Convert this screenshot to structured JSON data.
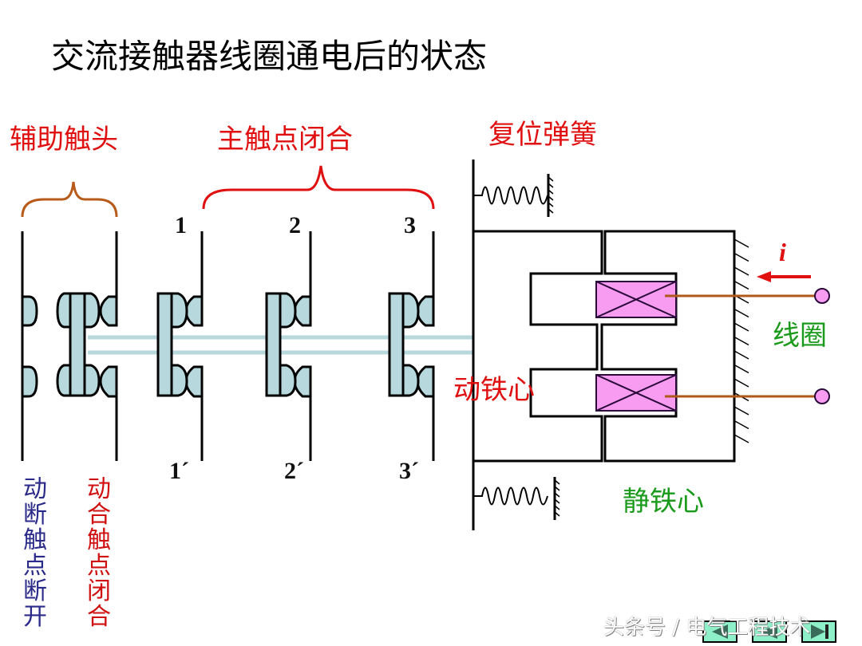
{
  "title": "交流接触器线圈通电后的状态",
  "labels": {
    "auxiliary_contacts": "辅助触头",
    "main_contacts_closed": "主触点闭合",
    "return_spring": "复位弹簧",
    "moving_core": "动铁心",
    "coil": "线圈",
    "static_core": "静铁心",
    "current_symbol": "i",
    "nc_contact_open": "动断触点断开",
    "no_contact_closed": "动合触点闭合"
  },
  "terminals": {
    "top": [
      "1",
      "2",
      "3"
    ],
    "bottom": [
      "1´",
      "2´",
      "3´"
    ]
  },
  "colors": {
    "contact_fill": "#b7d9de",
    "coil_fill": "#f79cf0",
    "brace_aux": "#b85a1a",
    "brace_main": "#e01010",
    "coil_wire": "#b0581a",
    "red_label": "#e01010",
    "green_label": "#1a9a1a",
    "blue_label": "#2a2a8a"
  },
  "watermark": "头条号 / 电气工程技术",
  "nav_buttons": [
    "previous",
    "back",
    "next"
  ]
}
